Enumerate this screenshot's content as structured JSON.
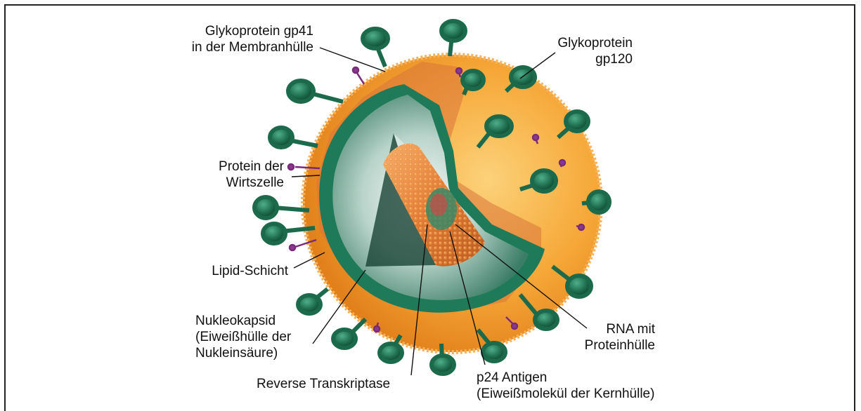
{
  "labels": {
    "gp41": [
      "Glykoprotein gp41",
      "in der Membranhülle"
    ],
    "gp120": [
      "Glykoprotein",
      "gp120"
    ],
    "host_protein": [
      "Protein der",
      "Wirtszelle"
    ],
    "lipid": [
      "Lipid-Schicht"
    ],
    "nucleocapsid": [
      "Nukleokapsid",
      "(Eiweißhülle der",
      "Nukleinsäure)"
    ],
    "reverse_transcriptase": [
      "Reverse Transkriptase"
    ],
    "p24": [
      "p24 Antigen",
      "(Eiweißmolekül der Kernhülle)"
    ],
    "rna": [
      "RNA mit",
      "Proteinhülle"
    ]
  },
  "colors": {
    "membrane": "#f39a2e",
    "membrane_light": "#fbc46a",
    "capsid": "#1f7a5a",
    "capsid_inner": "#bfd8cf",
    "spike": "#1e6b4f",
    "host_protein": "#7a2a7a",
    "core": "#e8853f"
  }
}
